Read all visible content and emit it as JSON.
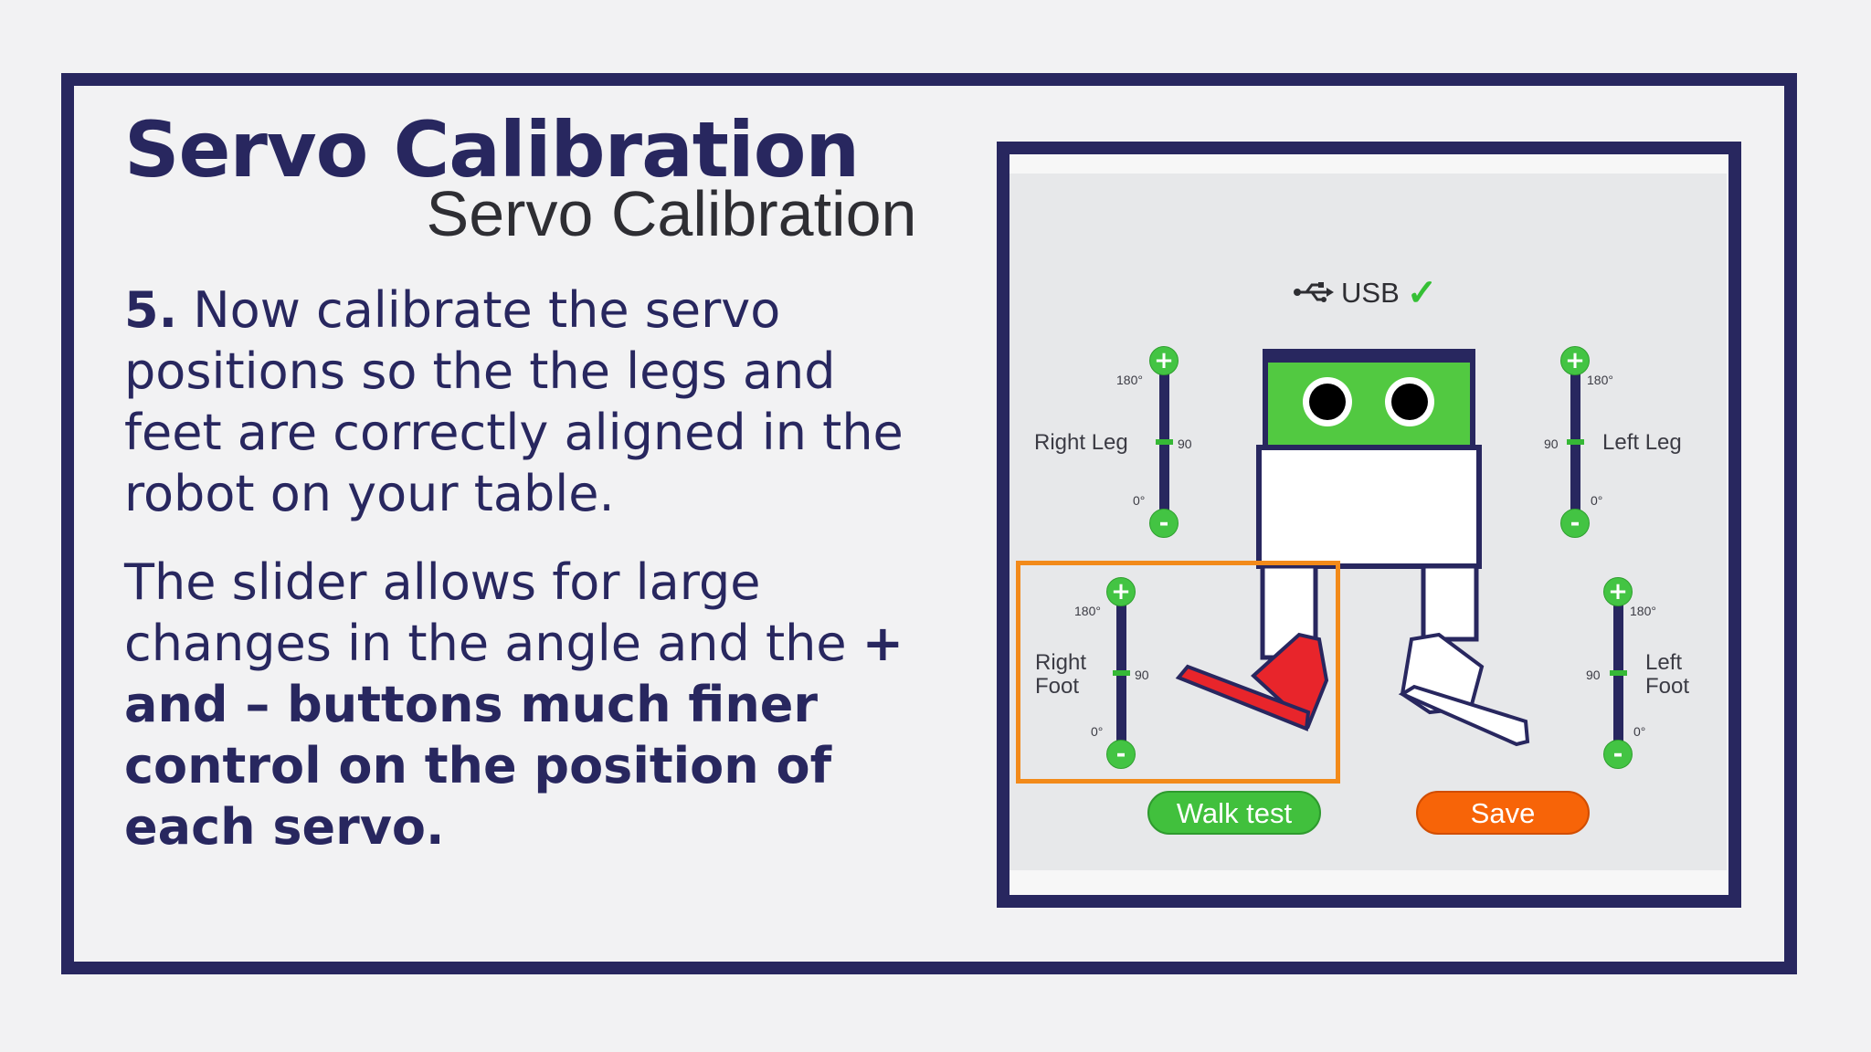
{
  "slide": {
    "title": "Servo Calibration",
    "step_number": "5.",
    "step_text": " Now calibrate the servo positions so the the legs and feet are correctly aligned in the robot on your table.",
    "para2_plain": "The slider allows for large changes in the angle and the ",
    "para2_bold": "+ and – buttons much finer control on the position of each servo."
  },
  "app": {
    "title": "Servo Calibration",
    "connection_label": "USB",
    "walk_test_label": "Walk test",
    "save_label": "Save",
    "sliders": {
      "right_leg": {
        "label": "Right Leg",
        "max_label": "180°",
        "mid_label": "90",
        "min_label": "0°",
        "plus": "+",
        "minus": "-"
      },
      "left_leg": {
        "label": "Left Leg",
        "max_label": "180°",
        "mid_label": "90",
        "min_label": "0°",
        "plus": "+",
        "minus": "-"
      },
      "right_foot": {
        "label_line1": "Right",
        "label_line2": "Foot",
        "max_label": "180°",
        "mid_label": "90",
        "min_label": "0°",
        "plus": "+",
        "minus": "-"
      },
      "left_foot": {
        "label_line1": "Left",
        "label_line2": "Foot",
        "max_label": "180°",
        "mid_label": "90",
        "min_label": "0°",
        "plus": "+",
        "minus": "-"
      }
    },
    "colors": {
      "accent_navy": "#28275f",
      "robot_green": "#52c941",
      "selected_foot": "#e8252b",
      "highlight": "#f28a1a",
      "walk_button": "#41c03d",
      "save_button": "#f76408"
    },
    "icons": [
      "usb-icon",
      "check-icon",
      "plus-icon",
      "minus-icon"
    ]
  }
}
